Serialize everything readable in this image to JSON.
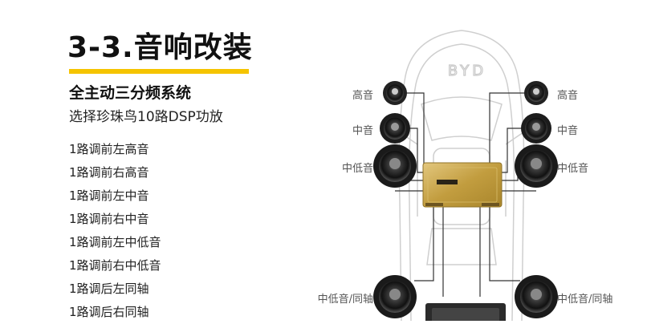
{
  "header": {
    "title": "3-3.音响改装",
    "subtitle": "全主动三分频系统",
    "description": "选择珍珠鸟10路DSP功放"
  },
  "channels": [
    "1路调前左高音",
    "1路调前右高音",
    "1路调前左中音",
    "1路调前右中音",
    "1路调前左中低音",
    "1路调前右中低音",
    "1路调后左同轴",
    "1路调后右同轴"
  ],
  "speaker_labels": {
    "tweeter_left": "高音",
    "tweeter_right": "高音",
    "mid_left": "中音",
    "mid_right": "中音",
    "midbass_left": "中低音",
    "midbass_right": "中低音",
    "rear_left": "中低音/同轴",
    "rear_right": "中低音/同轴"
  },
  "brand_mark": "BYD",
  "colors": {
    "accent": "#f5c400",
    "amplifier": "#c9a64a",
    "wiring": "#333333"
  }
}
